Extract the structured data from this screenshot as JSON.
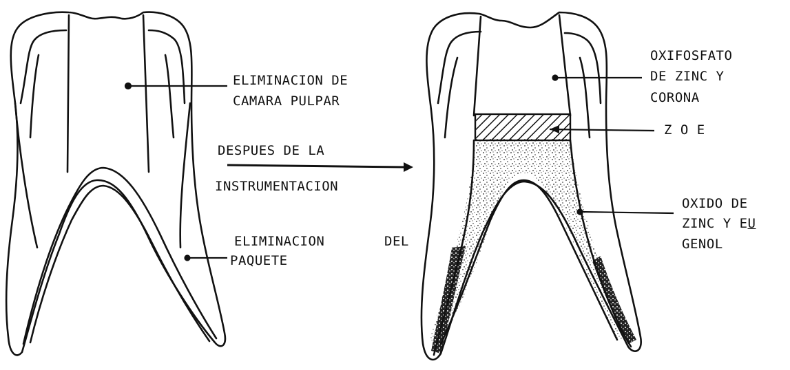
{
  "figure": {
    "left_labels": {
      "camara_line1": "ELIMINACION DE",
      "camara_line2": "CAMARA PULPAR",
      "paquete_line1_a": "ELIMINACION",
      "paquete_line1_b": "DEL",
      "paquete_line2": "PAQUETE"
    },
    "arrow_labels": {
      "line1": "DESPUES DE LA",
      "line2": "INSTRUMENTACION"
    },
    "right_labels": {
      "oxifosfato_line1": "OXIFOSFATO",
      "oxifosfato_line2": "DE ZINC Y",
      "oxifosfato_line3": "CORONA",
      "zoe": "Z O E",
      "oxido_line1": "OXIDO DE",
      "oxido_line2_a": "ZINC Y E",
      "oxido_line2_b": "U",
      "oxido_line3": "GENOL"
    }
  }
}
